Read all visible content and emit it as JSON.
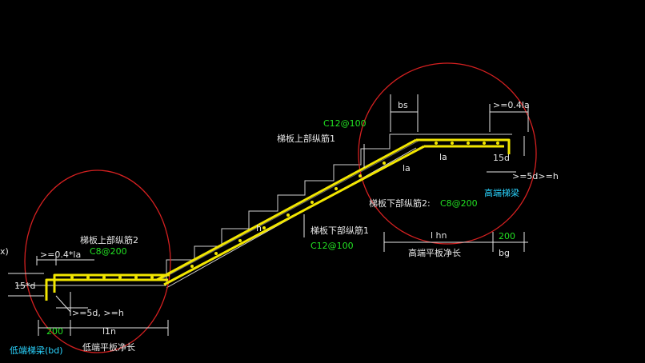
{
  "labels": {
    "upper_rebar2": "梯板上部纵筋2",
    "upper_rebar2_spec": "C8@200",
    "upper_rebar1": "梯板上部纵筋1",
    "upper_rebar1_spec": "C12@100",
    "lower_rebar2": "梯板下部纵筋2:",
    "lower_rebar2_spec": "C8@200",
    "lower_rebar1": "梯板下部纵筋1",
    "lower_rebar1_spec": "C12@100",
    "low_anchor": ">=0.4*la",
    "low_hook": "15*d",
    "low_bottom_anchor": ">=5d, >=h",
    "low_beam_width": "200",
    "low_plate_length_sym": "l1n",
    "low_beam_name": "低端梯梁(bd)",
    "low_plate_name": "低端平板净长",
    "left_edge_char": "x)",
    "h_mark": "h",
    "bs": "bs",
    "high_anchor": ">=0.4la",
    "high_hook": "15d",
    "high_bottom_anchor": ">=5d>=h",
    "high_beam_name": "高端梯梁",
    "la1": "la",
    "la2": "la",
    "high_plate_length_sym": "l hn",
    "high_beam_width": "200",
    "high_beam_sym": "bg",
    "high_plate_name": "高端平板净长"
  },
  "colors": {
    "background": "#000000",
    "rebar": "#f2e600",
    "circle": "#d42020",
    "dimension": "#e6e6e6",
    "spec_text": "#22e022",
    "beam_text": "#2ad4ff",
    "step_lines": "#d0d0d0"
  }
}
